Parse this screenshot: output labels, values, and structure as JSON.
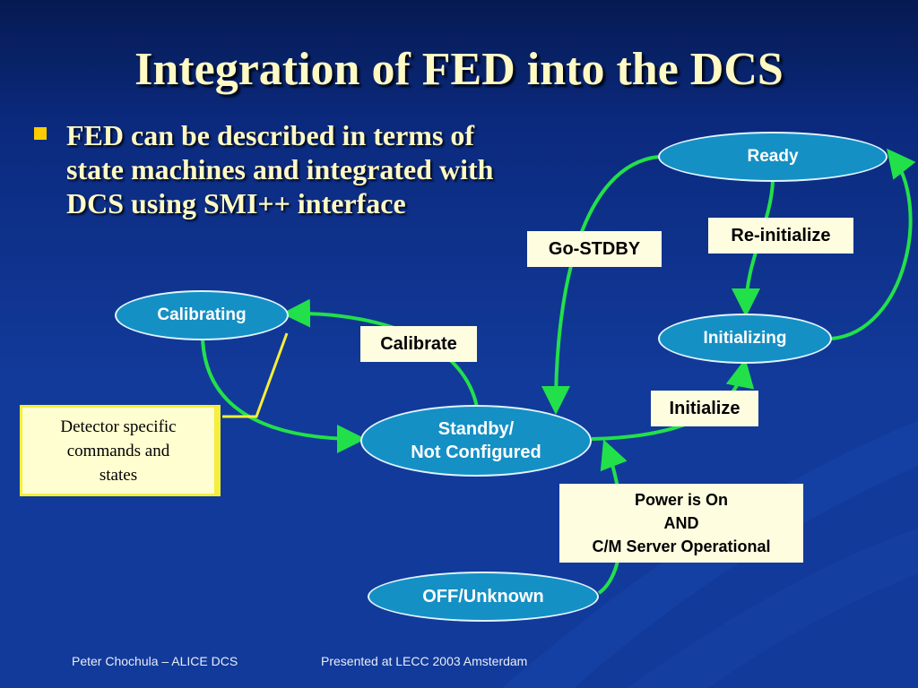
{
  "slide": {
    "title": "Integration of FED into the DCS",
    "bullet": "FED can be described in terms of state machines and integrated with DCS using SMI++ interface"
  },
  "states": {
    "ready": "Ready",
    "initializing": "Initializing",
    "calibrating": "Calibrating",
    "standby_line1": "Standby/",
    "standby_line2": "Not Configured",
    "off": "OFF/Unknown"
  },
  "transitions": {
    "go_stdby": "Go-STDBY",
    "reinitialize": "Re-initialize",
    "calibrate": "Calibrate",
    "initialize": "Initialize",
    "power_line1": "Power is On",
    "power_line2": "AND",
    "power_line3": "C/M Server Operational"
  },
  "note": {
    "line1": "Detector specific",
    "line2": "commands and",
    "line3": "states"
  },
  "footer": {
    "author": "Peter Chochula – ALICE DCS",
    "venue": "Presented at LECC 2003 Amsterdam"
  },
  "colors": {
    "background": "#123a9a",
    "title": "#fff9c4",
    "state_fill": "#1590c4",
    "arrow": "#22e04a",
    "note_border": "#f5ee3a"
  }
}
